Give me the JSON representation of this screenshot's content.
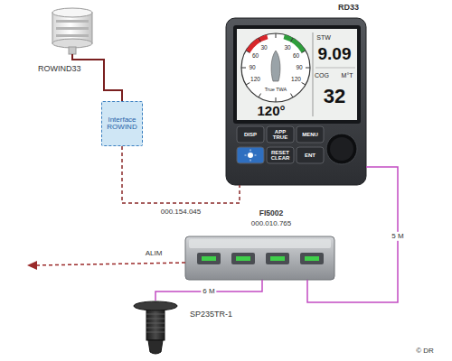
{
  "diagram": {
    "nodes": [
      {
        "text": [
          "ROWIND33"
        ]
      },
      {
        "text": [
          "Interface ROWIND"
        ]
      },
      {
        "text": [
          "RD33"
        ]
      },
      {
        "text": [
          "FI5002",
          "000.010.765"
        ]
      },
      {
        "text": [
          "SP235TR-1"
        ]
      }
    ],
    "edges": [
      {
        "from": 0,
        "to": 1,
        "arrow": "none"
      },
      {
        "from": 1,
        "to": 2,
        "label": "000.154.045",
        "arrow": "none"
      },
      {
        "from": 2,
        "to": 3,
        "label": "5 M",
        "arrow": "none"
      },
      {
        "from": 3,
        "to": 4,
        "label": "6 M",
        "arrow": "none"
      }
    ],
    "labels": [
      "30",
      "60",
      "90",
      "120",
      "30",
      "60",
      "90",
      "120",
      "True TWA",
      "120°",
      "STW",
      "9.09",
      "COG",
      "M°T",
      "32",
      "DISP",
      "APP TRUE",
      "MENU",
      "RESET CLEAR",
      "ENT",
      "ALIM",
      "© DR"
    ]
  }
}
